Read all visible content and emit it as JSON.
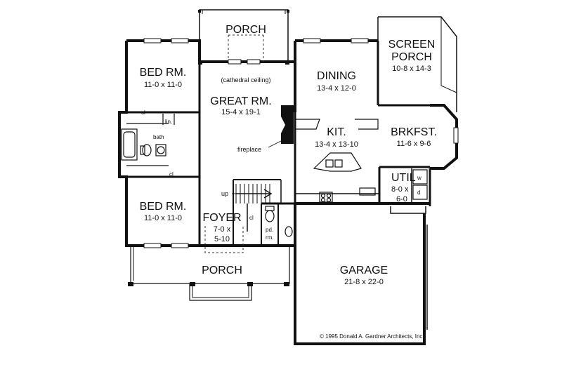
{
  "rooms": {
    "porch_top": {
      "name": "PORCH"
    },
    "screen_porch": {
      "name_line1": "SCREEN",
      "name_line2": "PORCH",
      "dims": "10-8 x 14-3"
    },
    "bed_top": {
      "name": "BED RM.",
      "dims": "11-0 x 11-0"
    },
    "dining": {
      "name": "DINING",
      "dims": "13-4 x 12-0"
    },
    "great": {
      "name": "GREAT RM.",
      "dims": "15-4 x 19-1",
      "note": "(cathedral ceiling)"
    },
    "kit": {
      "name": "KIT.",
      "dims": "13-4 x 13-10"
    },
    "brkfst": {
      "name": "BRKFST.",
      "dims": "11-6 x 9-6"
    },
    "util": {
      "name": "UTIL",
      "dims_line1": "8-0 x",
      "dims_line2": "6-0"
    },
    "bed_bottom": {
      "name": "BED RM.",
      "dims": "11-0 x 11-0"
    },
    "foyer": {
      "name": "FOYER",
      "dims_line1": "7-0 x",
      "dims_line2": "5-10"
    },
    "garage": {
      "name": "GARAGE",
      "dims": "21-8 x 22-0"
    },
    "porch_bottom": {
      "name": "PORCH"
    }
  },
  "labels": {
    "cl_top": "cl",
    "lin": "lin.",
    "bath": "bath",
    "cl_bottom": "cl",
    "fireplace": "fireplace",
    "up": "up",
    "cl_foyer": "cl",
    "pd_rm_line1": "pd.",
    "pd_rm_line2": "rm.",
    "washer": "w",
    "dryer": "d"
  },
  "copyright": "© 1995 Donald A. Gardner Architects, Inc."
}
